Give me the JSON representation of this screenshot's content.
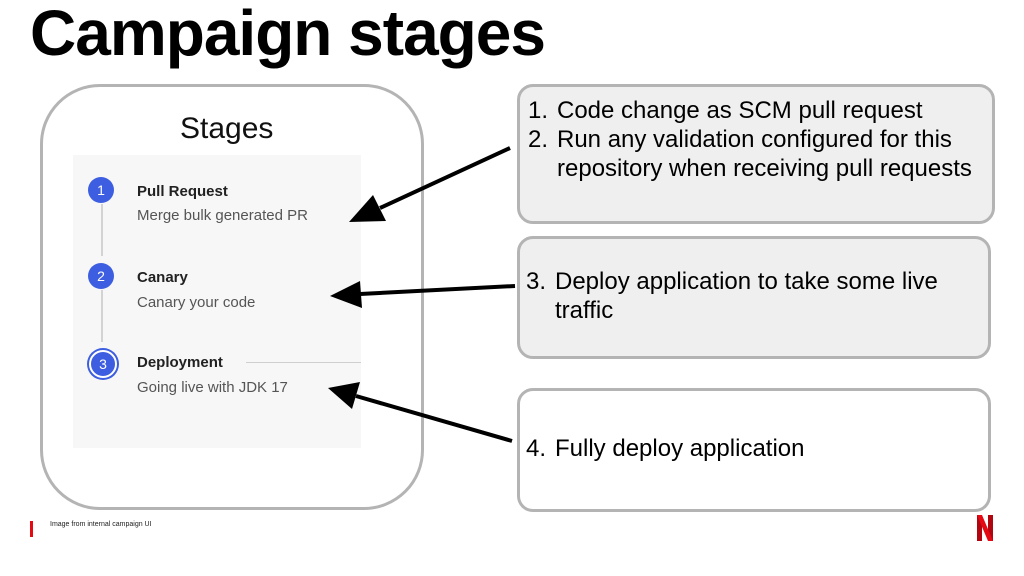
{
  "title": "Campaign stages",
  "stages_heading": "Stages",
  "stages": [
    {
      "number": "1",
      "title": "Pull Request",
      "subtitle": "Merge bulk generated PR"
    },
    {
      "number": "2",
      "title": "Canary",
      "subtitle": "Canary your code"
    },
    {
      "number": "3",
      "title": "Deployment",
      "subtitle": "Going live with JDK 17"
    }
  ],
  "callouts": [
    {
      "items": [
        {
          "num": "1.",
          "text": "Code change as SCM pull request"
        },
        {
          "num": "2.",
          "text": "Run any validation configured for this repository when receiving pull requests"
        }
      ]
    },
    {
      "items": [
        {
          "num": "3.",
          "text": "Deploy application to take some live traffic"
        }
      ]
    },
    {
      "items": [
        {
          "num": "4.",
          "text": "Fully deploy application"
        }
      ]
    }
  ],
  "footnote": "Image from internal campaign UI",
  "colors": {
    "accent": "#3d5ee0",
    "brand_red": "#e50914",
    "border": "#b4b4b4",
    "callout_bg": "#efefef"
  },
  "icons": {
    "logo": "netflix-n-logo"
  }
}
